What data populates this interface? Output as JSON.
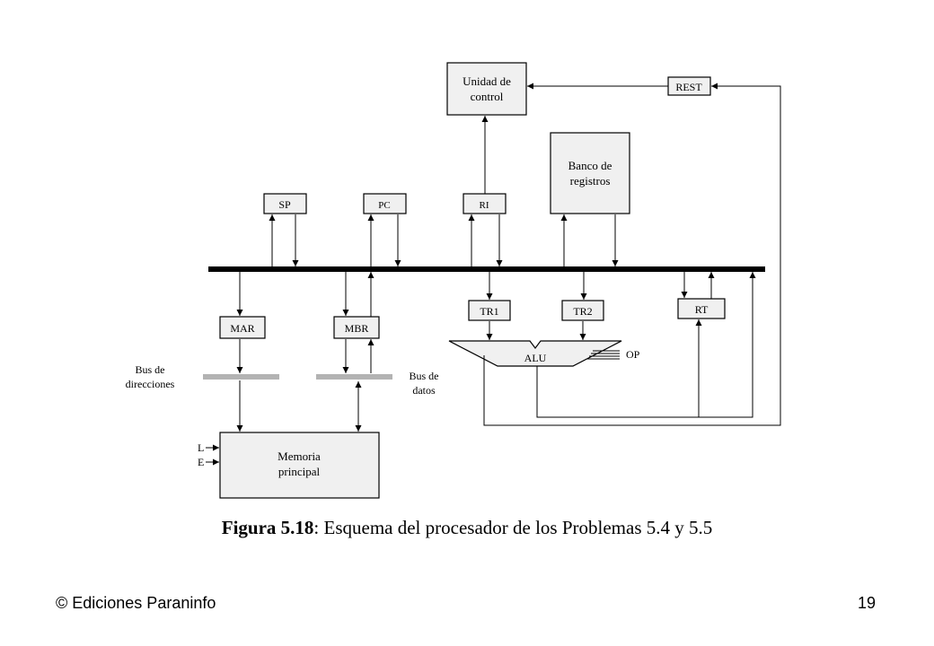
{
  "diagram": {
    "control_unit": [
      "Unidad de",
      "control"
    ],
    "rest": "REST",
    "register_bank": [
      "Banco de",
      "registros"
    ],
    "sp": "SP",
    "pc": "PC",
    "ri": "RI",
    "mar": "MAR",
    "mbr": "MBR",
    "tr1": "TR1",
    "tr2": "TR2",
    "rt": "RT",
    "alu": "ALU",
    "op": "OP",
    "address_bus": [
      "Bus de",
      "direcciones"
    ],
    "data_bus": [
      "Bus de",
      "datos"
    ],
    "memory": [
      "Memoria",
      "principal"
    ],
    "read_signal": "L",
    "write_signal": "E"
  },
  "caption": {
    "figure_label": "Figura 5.18",
    "text": ": Esquema del procesador de los Problemas 5.4 y 5.5"
  },
  "footer": {
    "publisher": "© Ediciones Paraninfo",
    "page_number": "19"
  }
}
